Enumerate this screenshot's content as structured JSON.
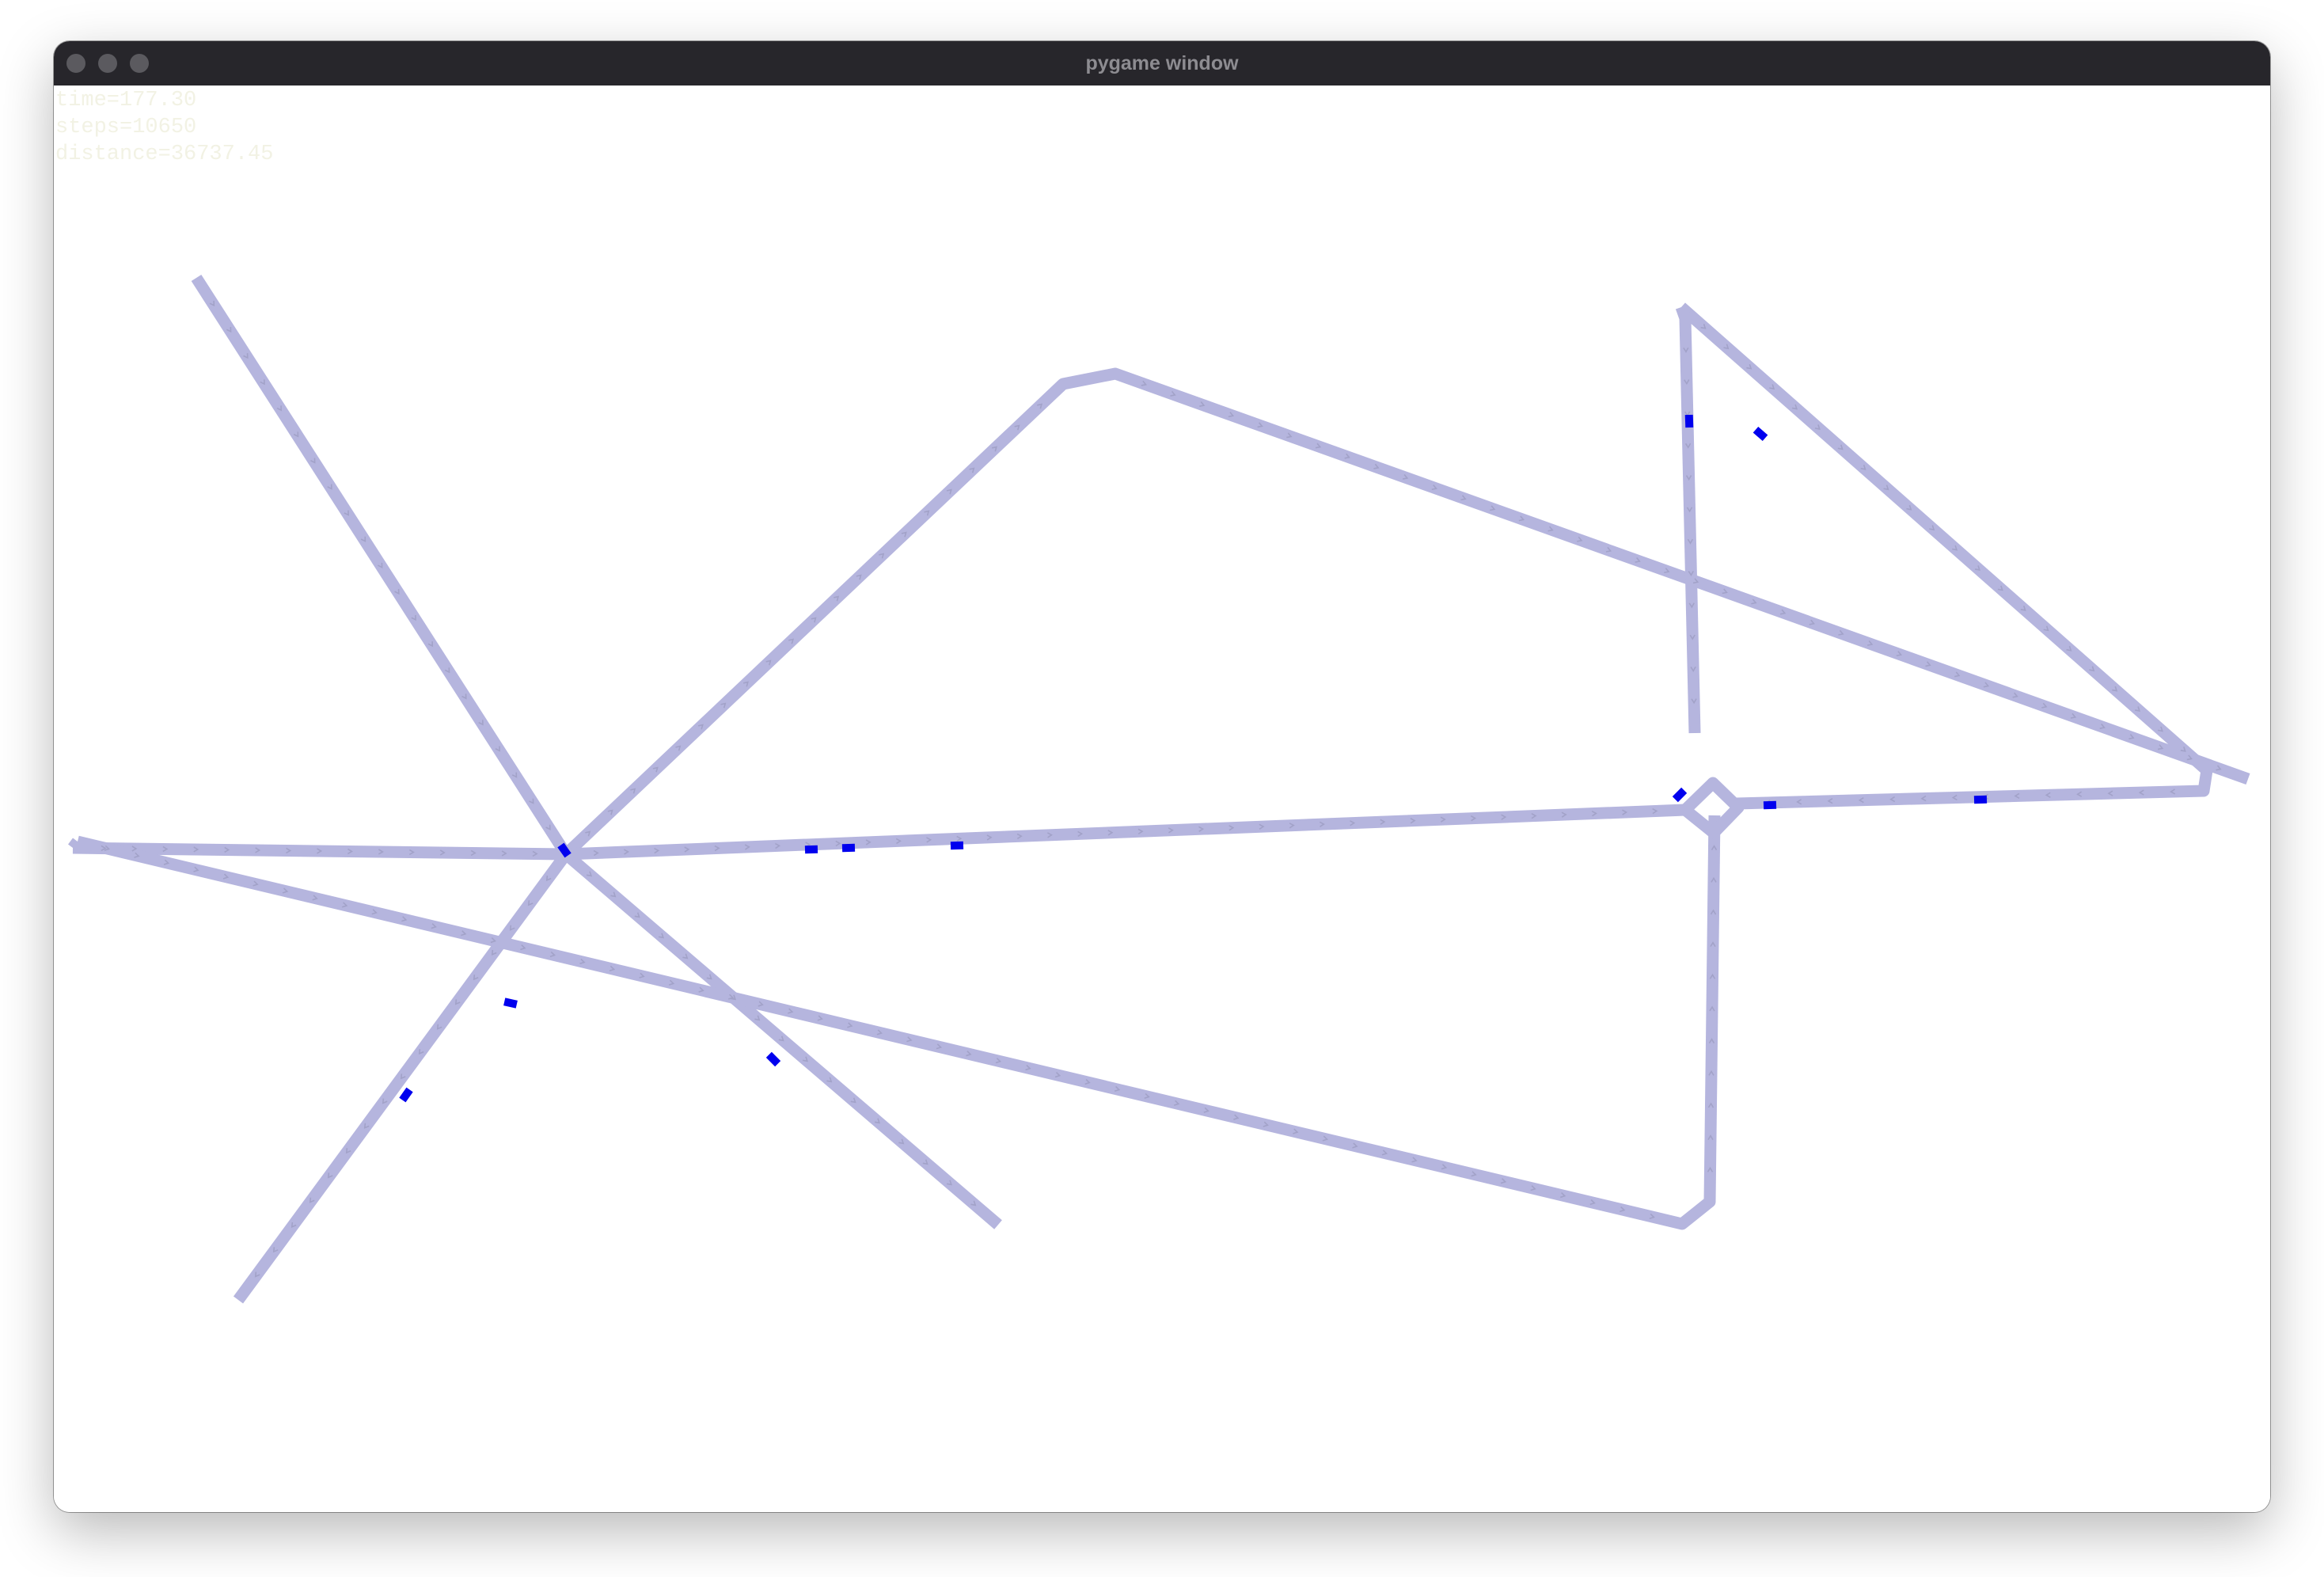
{
  "window": {
    "title": "pygame window"
  },
  "hud": {
    "time": "time=177.30",
    "steps": "steps=10650",
    "distance": "distance=36737.45"
  },
  "colors": {
    "titlebar": "#27262b",
    "road": "#b5b5de",
    "arrow": "#a2a2c8",
    "vehicle": "#0000ee",
    "hud_text": "#f2f2e4"
  },
  "icons": {
    "close": "traffic-light-close",
    "minimize": "traffic-light-minimize",
    "zoom": "traffic-light-zoom"
  }
}
